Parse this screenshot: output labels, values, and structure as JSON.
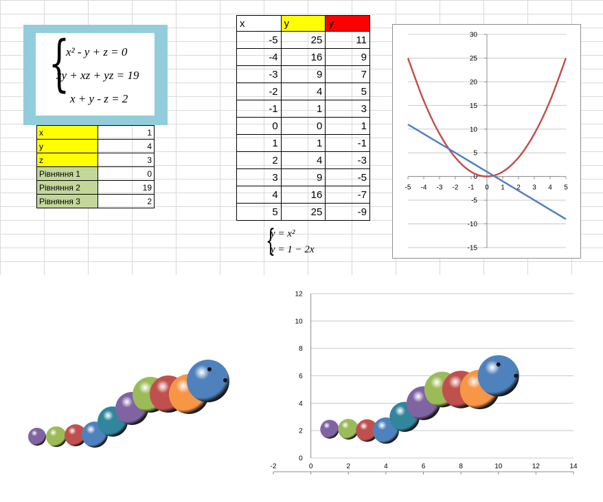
{
  "equation_system": {
    "eq1": "x² - y + z = 0",
    "eq2": "xy + xz + yz = 19",
    "eq3": "x + y - z = 2"
  },
  "variables_table": [
    {
      "label": "x",
      "value": "1",
      "fill": "#ffff00"
    },
    {
      "label": "y",
      "value": "4",
      "fill": "#ffff00"
    },
    {
      "label": "z",
      "value": "3",
      "fill": "#ffff00"
    },
    {
      "label": "Рівняння 1",
      "value": "0",
      "fill": "#c4d79b"
    },
    {
      "label": "Рівняння 2",
      "value": "19",
      "fill": "#c4d79b"
    },
    {
      "label": "Рівняння 3",
      "value": "2",
      "fill": "#c4d79b"
    }
  ],
  "xy_table": {
    "headers": [
      "x",
      "y",
      "y"
    ],
    "header_colors": [
      "#ffffff",
      "#ffff00",
      "#ff0000"
    ],
    "rows": [
      [
        "-5",
        "25",
        "11"
      ],
      [
        "-4",
        "16",
        "9"
      ],
      [
        "-3",
        "9",
        "7"
      ],
      [
        "-2",
        "4",
        "5"
      ],
      [
        "-1",
        "1",
        "3"
      ],
      [
        "0",
        "0",
        "1"
      ],
      [
        "1",
        "1",
        "-1"
      ],
      [
        "2",
        "4",
        "-3"
      ],
      [
        "3",
        "9",
        "-5"
      ],
      [
        "4",
        "16",
        "-7"
      ],
      [
        "5",
        "25",
        "-9"
      ]
    ]
  },
  "system_formula": {
    "line1": "y = x²",
    "line2": "y = 1 − 2x"
  },
  "chart_data": [
    {
      "type": "line",
      "x": [
        -5,
        -4,
        -3,
        -2,
        -1,
        0,
        1,
        2,
        3,
        4,
        5
      ],
      "series": [
        {
          "values": [
            25,
            16,
            9,
            4,
            1,
            0,
            1,
            4,
            9,
            16,
            25
          ],
          "color": "#c0504d"
        },
        {
          "values": [
            11,
            9,
            7,
            5,
            3,
            1,
            -1,
            -3,
            -5,
            -7,
            -9
          ],
          "color": "#4f81bd"
        }
      ],
      "xlim": [
        -5,
        5
      ],
      "ylim": [
        -15,
        30
      ],
      "x_ticks": [
        "-5",
        "-4",
        "-3",
        "-2",
        "-1",
        "0",
        "1",
        "2",
        "3",
        "4",
        "5"
      ],
      "y_ticks": [
        "30",
        "25",
        "20",
        "15",
        "10",
        "5",
        "0",
        "-5",
        "-10",
        "-15"
      ],
      "grid": true
    },
    {
      "type": "scatter",
      "points": [
        {
          "x": 1,
          "y": 2.1,
          "size": 0.5,
          "color": "#8064a2"
        },
        {
          "x": 2,
          "y": 2.1,
          "size": 0.55,
          "color": "#9bbb59"
        },
        {
          "x": 3,
          "y": 2.0,
          "size": 0.6,
          "color": "#c0504d"
        },
        {
          "x": 4,
          "y": 2.0,
          "size": 0.7,
          "color": "#4f81bd"
        },
        {
          "x": 5,
          "y": 3.0,
          "size": 0.8,
          "color": "#31859c"
        },
        {
          "x": 6,
          "y": 4.0,
          "size": 0.9,
          "color": "#8064a2"
        },
        {
          "x": 7,
          "y": 5.0,
          "size": 0.95,
          "color": "#9bbb59"
        },
        {
          "x": 8,
          "y": 5.0,
          "size": 1.0,
          "color": "#c0504d"
        },
        {
          "x": 9,
          "y": 5.0,
          "size": 1.05,
          "color": "#f79646"
        },
        {
          "x": 10,
          "y": 6.0,
          "size": 1.1,
          "color": "#4f81bd"
        }
      ],
      "xlim": [
        -2,
        14
      ],
      "ylim": [
        0,
        12
      ],
      "x_ticks": [
        "-2",
        "0",
        "2",
        "4",
        "6",
        "8",
        "10",
        "12",
        "14"
      ],
      "y_ticks": [
        "12",
        "10",
        "8",
        "6",
        "4",
        "2",
        "0"
      ],
      "grid": true
    }
  ],
  "bubble_art": [
    {
      "color": "#8064a2"
    },
    {
      "color": "#9bbb59"
    },
    {
      "color": "#c0504d"
    },
    {
      "color": "#4f81bd"
    },
    {
      "color": "#31859c"
    },
    {
      "color": "#8064a2"
    },
    {
      "color": "#9bbb59"
    },
    {
      "color": "#c0504d"
    },
    {
      "color": "#f79646"
    },
    {
      "color": "#4f81bd"
    }
  ]
}
